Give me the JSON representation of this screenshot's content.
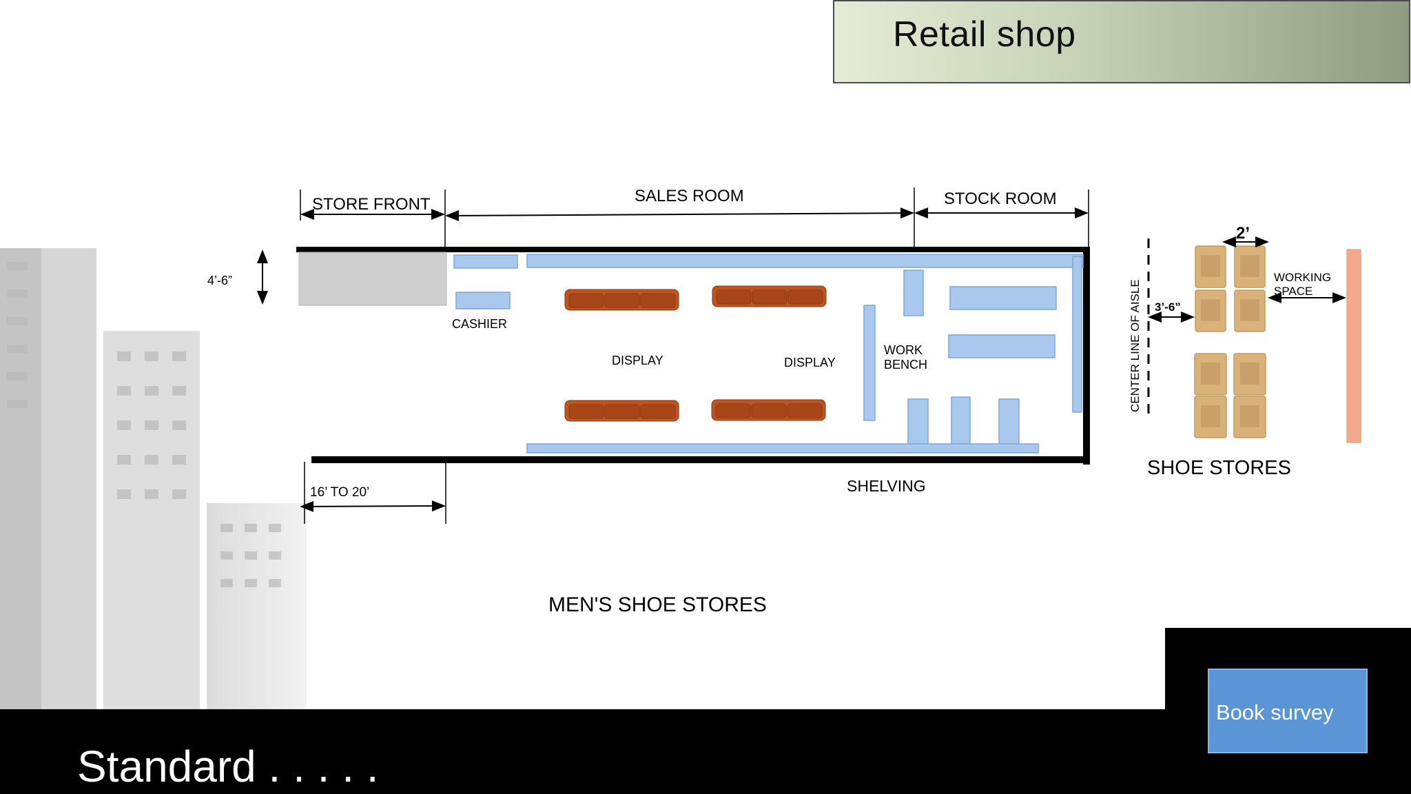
{
  "slide": {
    "title": "Retail shop",
    "footer": "Standard . . . . .",
    "button_label": "Book survey"
  },
  "plan": {
    "labels": {
      "store_front": "STORE FRONT",
      "sales_room": "SALES ROOM",
      "stock_room": "STOCK ROOM",
      "depth_dim": "4’-6”",
      "cashier": "CASHIER",
      "display_1": "DISPLAY",
      "display_2": "DISPLAY",
      "work_bench_1": "WORK",
      "work_bench_2": "BENCH",
      "shelving": "SHELVING",
      "width_dim": "16’ TO 20’",
      "caption": "MEN'S SHOE STORES"
    },
    "detail": {
      "dim_top": "2’",
      "working_space_1": "WORKING",
      "working_space_2": "SPACE",
      "aisle_dim": "3’-6”",
      "center_line": "CENTER LINE OF AISLE",
      "caption": "SHOE STORES"
    }
  },
  "colors": {
    "shelf_fill": "#a9c8ee",
    "shelf_stroke": "#7fa6d8",
    "sofa": "#c0541f",
    "chair": "#d9b27a",
    "working_bar": "#f3a98a",
    "wall": "#000000",
    "store_front_fill": "#cfcfcf"
  }
}
